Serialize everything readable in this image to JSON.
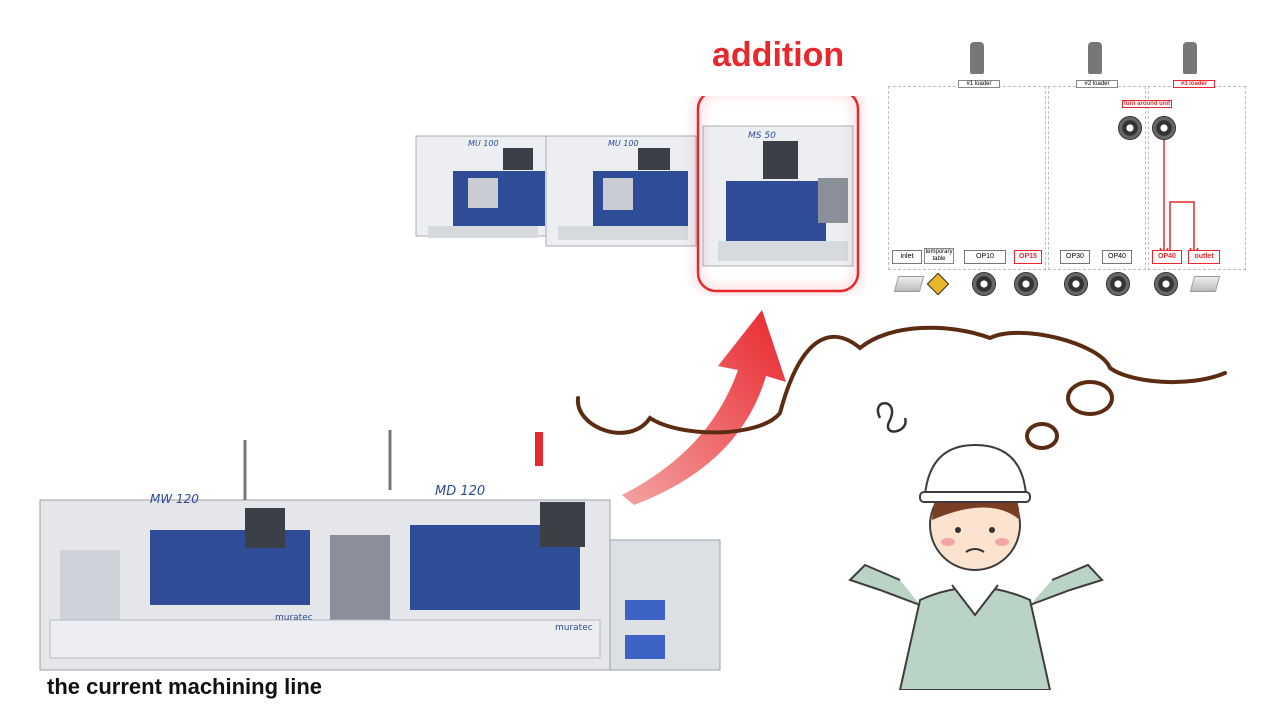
{
  "heading": {
    "addition": "addition"
  },
  "caption": "the current machining line",
  "machines": {
    "top_left_brand": "MU 100",
    "top_mid_brand": "MU 100",
    "top_right_brand": "MS 50",
    "bottom_left_brand": "MW 120",
    "bottom_right_brand": "MD 120",
    "manufacturer": "muratec"
  },
  "diagram": {
    "loaders": [
      "#1 loader",
      "#2 loader",
      "#3 loader"
    ],
    "turn_unit": "turn around unit",
    "stations": [
      "inlet",
      "temporary table",
      "OP10",
      "OP15",
      "OP30",
      "OP40",
      "OP40",
      "outlet"
    ]
  },
  "colors": {
    "accent_red": "#e8282d",
    "machine_blue": "#2e4d96",
    "doodle_brown": "#5c2c12"
  }
}
